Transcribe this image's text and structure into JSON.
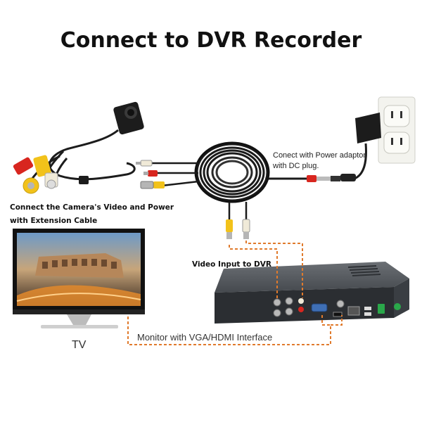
{
  "title": "Connect to DVR Recorder",
  "labels": {
    "camera_connect": "Connect the Camera's Video and Power with Extension Cable",
    "power_adaptor_line1": "Conect with Power adaptor",
    "power_adaptor_line2": "with DC plug.",
    "video_input": "Video Input to DVR",
    "monitor": "Monitor with VGA/HDMI Interface",
    "tv": "TV"
  },
  "colors": {
    "dashed_line": "#e07a2c",
    "cable": "#1a1a1a",
    "rca_yellow": "#f2c21a",
    "rca_red": "#d8261f",
    "rca_white": "#f0ead8",
    "dvr_body": "#4a4e53",
    "dvr_front": "#2b2e32",
    "status_led": "#2aa84a"
  }
}
